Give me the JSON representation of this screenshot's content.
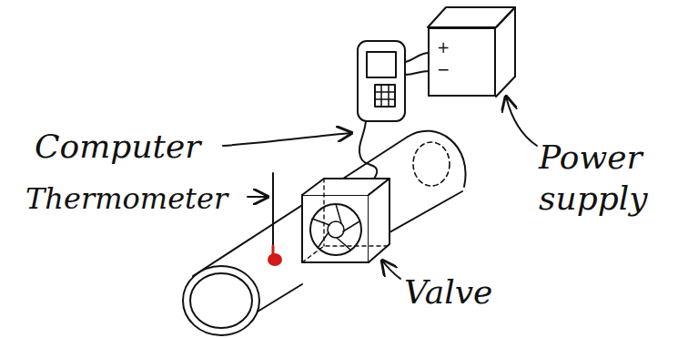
{
  "diagram": {
    "nodes": [
      {
        "text": [
          "+",
          "−"
        ]
      }
    ],
    "labels": [
      "Computer",
      "Thermometer",
      "Valve",
      "Power supply"
    ]
  }
}
